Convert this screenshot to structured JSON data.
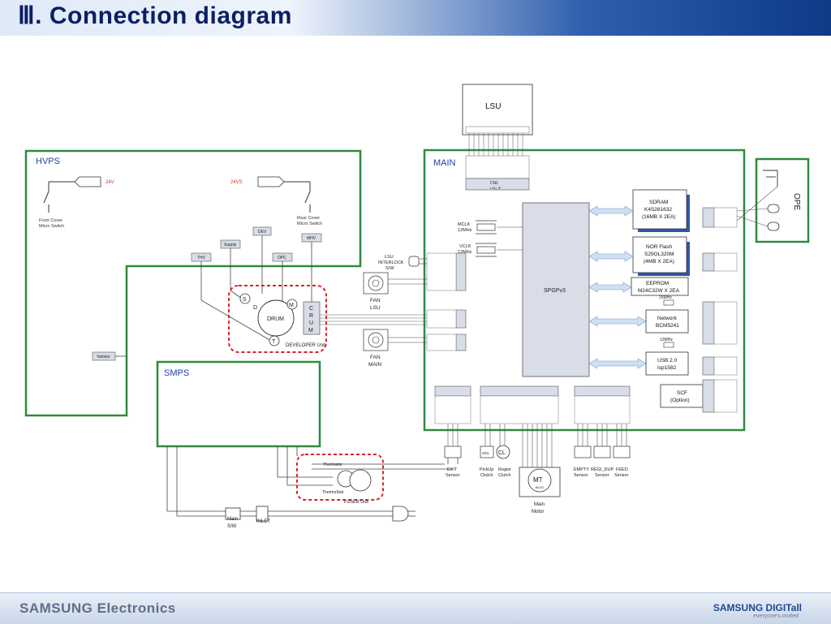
{
  "title": "Ⅲ. Connection diagram",
  "footer": {
    "left": "SAMSUNG Electronics",
    "right": "SAMSUNG DIGITall",
    "tagline": "everyone's invited"
  },
  "sections": {
    "hvps": "HVPS",
    "main": "MAIN",
    "smps": "SMPS",
    "ope": "OPE"
  },
  "hvps_labels": {
    "v24": "24V",
    "v24s": "24VS",
    "front_cover": [
      "Front Cover",
      "Micro Switch"
    ],
    "rear_cover": [
      "Rear Cover",
      "Micro Switch"
    ],
    "dev": "DEV",
    "mhv": "MHV",
    "supply": "Supply",
    "thv": "THV",
    "opc": "OPC",
    "varistor": "Varistor"
  },
  "developer": {
    "drum": "DRUM",
    "s": "S",
    "d": "D",
    "m": "M",
    "t": "T",
    "crum": [
      "C",
      "R",
      "U",
      "M"
    ],
    "label": "DEVELOPER Unit"
  },
  "lsu": {
    "label": "LSU",
    "cn1": "CN1",
    "cn1_sub": "LSU_IF"
  },
  "main_blocks": {
    "spgp": "SPGPv3",
    "sdram": [
      "SDRAM",
      "K4S281632",
      "(16MB X 2EA)"
    ],
    "nor": [
      "NOR Flash",
      "S29GL320M",
      "(4MB X 2EA)"
    ],
    "eeprom": [
      "EEPROM",
      "M24C32W X 2EA"
    ],
    "network": [
      "Network",
      "BCM5241"
    ],
    "usb": [
      "USB 2.0",
      "Isp1582"
    ],
    "scf": [
      "SCF",
      "(Option)"
    ],
    "mclk": [
      "MCLK",
      "12MHz"
    ],
    "vclk": [
      "VCLK",
      "12MHz"
    ],
    "x25": "25MHz",
    "x12": "12MHz"
  },
  "left_items": {
    "lsu_interlock": [
      "LSU",
      "INTERLOCK",
      "S/W"
    ],
    "fan_lsu": [
      "FAN",
      "LSU"
    ],
    "fan_main": [
      "FAN",
      "MAIN"
    ]
  },
  "bottom_items": {
    "exit_sensor": [
      "EXIT",
      "Sensor"
    ],
    "pickup_clutch": [
      "PickUp",
      "Clutch"
    ],
    "regist_clutch": [
      "Regist",
      "Clutch"
    ],
    "sol": "SOL",
    "cl": "CL",
    "mt": "MT",
    "bldc": "BLDC",
    "main_motor": [
      "Main",
      "Motor"
    ],
    "empty_sensor": [
      "EMPTY",
      "Sensor"
    ],
    "regi_dup_sensor": [
      "REGI_DUP",
      "Sensor"
    ],
    "feed_sensor": [
      "FEED",
      "Sensor"
    ],
    "thermistor": "Thermistor",
    "thermostat": "ThermoStat",
    "fuser_unit": "FUSER Unit",
    "main_sw": [
      "Main",
      "S/W"
    ],
    "inlet": "INLET"
  },
  "colors": {
    "section_border": "#2e8b3e",
    "section_label": "#1c3fa8",
    "dashed_unit": "#d9232a",
    "chip_fill": "#d8dde8",
    "arrow_fill": "#cfe0f5"
  }
}
